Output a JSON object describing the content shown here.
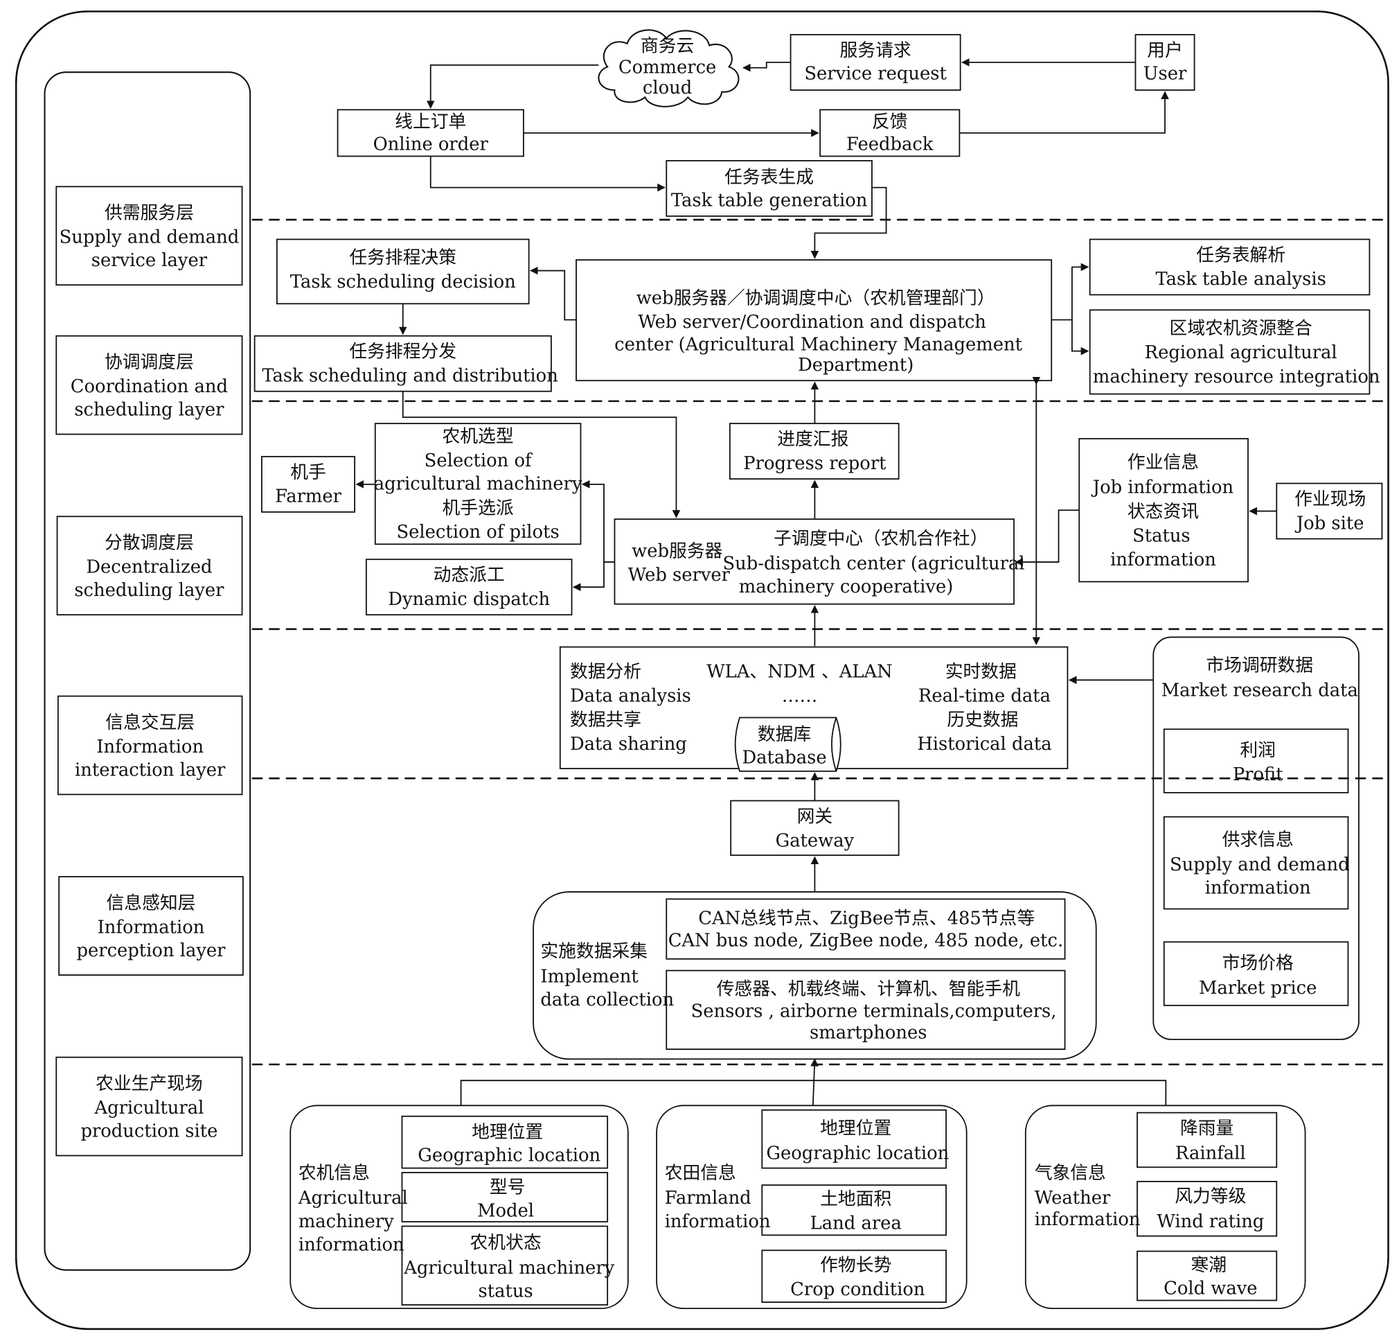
{
  "layers": [
    {
      "zh": "供需服务层",
      "en1": "Supply and demand",
      "en2": "service layer"
    },
    {
      "zh": "协调调度层",
      "en1": "Coordination and",
      "en2": "scheduling layer"
    },
    {
      "zh": "分散调度层",
      "en1": "Decentralized",
      "en2": "scheduling layer"
    },
    {
      "zh": "信息交互层",
      "en1": "Information",
      "en2": "interaction layer"
    },
    {
      "zh": "信息感知层",
      "en1": "Information",
      "en2": "perception layer"
    },
    {
      "zh": "农业生产现场",
      "en1": "Agricultural",
      "en2": "production site"
    }
  ],
  "service": {
    "cloud": {
      "zh": "商务云",
      "en1": "Commerce",
      "en2": "cloud"
    },
    "request": {
      "zh": "服务请求",
      "en": "Service request"
    },
    "user": {
      "zh": "用户",
      "en": "User"
    },
    "order": {
      "zh": "线上订单",
      "en": "Online order"
    },
    "feedback": {
      "zh": "反馈",
      "en": "Feedback"
    },
    "tasktable": {
      "zh": "任务表生成",
      "en": "Task table generation"
    }
  },
  "coordination": {
    "decision": {
      "zh": "任务排程决策",
      "en": "Task scheduling decision"
    },
    "distribution": {
      "zh": "任务排程分发",
      "en": "Task scheduling and distribution"
    },
    "center": {
      "zh": "web服务器／协调调度中心（农机管理部门）",
      "en1": "Web server/Coordination and dispatch",
      "en2": "center (Agricultural Machinery Management",
      "en3": "Department)"
    },
    "analysis": {
      "zh": "任务表解析",
      "en": "Task table analysis"
    },
    "integration": {
      "zh": "区域农机资源整合",
      "en1": "Regional agricultural",
      "en2": "machinery resource integration"
    }
  },
  "decentralized": {
    "farmer": {
      "zh": "机手",
      "en": "Farmer"
    },
    "selection": {
      "zh1": "农机选型",
      "en1": "Selection of",
      "en2": "agricultural machinery",
      "zh2": "机手选派",
      "en3": "Selection of pilots"
    },
    "progress": {
      "zh": "进度汇报",
      "en": "Progress report"
    },
    "jobinfo": {
      "zh1": "作业信息",
      "en1": "Job information",
      "zh2": "状态资讯",
      "en2": "Status",
      "en3": "information"
    },
    "jobsite": {
      "zh": "作业现场",
      "en": "Job site"
    },
    "dispatch": {
      "zh": "动态派工",
      "en": "Dynamic dispatch"
    },
    "webserver": {
      "zh": "web服务器",
      "en": "Web server"
    },
    "subcenter": {
      "zh": "子调度中心（农机合作社）",
      "en1": "Sub-dispatch center (agricultural",
      "en2": "machinery cooperative)"
    }
  },
  "interaction": {
    "analysis_zh": "数据分析",
    "analysis_en": "Data analysis",
    "sharing_zh": "数据共享",
    "sharing_en": "Data sharing",
    "protocols": "WLA、NDM 、ALAN",
    "ellipsis": "……",
    "realtime_zh": "实时数据",
    "realtime_en": "Real-time data",
    "historical_zh": "历史数据",
    "historical_en": "Historical data",
    "db_zh": "数据库",
    "db_en": "Database"
  },
  "market": {
    "title_zh": "市场调研数据",
    "title_en": "Market research data",
    "profit": {
      "zh": "利润",
      "en": "Profit"
    },
    "supply": {
      "zh": "供求信息",
      "en1": "Supply and demand",
      "en2": "information"
    },
    "price": {
      "zh": "市场价格",
      "en": "Market price"
    }
  },
  "perception": {
    "gateway": {
      "zh": "网关",
      "en": "Gateway"
    },
    "collect": {
      "zh": "实施数据采集",
      "en1": "Implement",
      "en2": "data collection"
    },
    "nodes": {
      "zh": "CAN总线节点、ZigBee节点、485节点等",
      "en": "CAN bus node, ZigBee node, 485 node, etc."
    },
    "devices": {
      "zh": "传感器、机载终端、计算机、智能手机",
      "en1": "Sensors , airborne terminals,computers,",
      "en2": "smartphones"
    }
  },
  "site": {
    "machinery": {
      "zh": "农机信息",
      "en1": "Agricultural",
      "en2": "machinery",
      "en3": "information"
    },
    "m_geo": {
      "zh": "地理位置",
      "en": "Geographic location"
    },
    "m_model": {
      "zh": "型号",
      "en": "Model"
    },
    "m_status": {
      "zh": "农机状态",
      "en1": "Agricultural machinery",
      "en2": "status"
    },
    "farmland": {
      "zh": "农田信息",
      "en1": "Farmland",
      "en2": "information"
    },
    "f_geo": {
      "zh": "地理位置",
      "en": "Geographic location"
    },
    "f_area": {
      "zh": "土地面积",
      "en": "Land area"
    },
    "f_crop": {
      "zh": "作物长势",
      "en": "Crop condition"
    },
    "weather": {
      "zh": "气象信息",
      "en1": "Weather",
      "en2": "information"
    },
    "w_rain": {
      "zh": "降雨量",
      "en": "Rainfall"
    },
    "w_wind": {
      "zh": "风力等级",
      "en": "Wind rating"
    },
    "w_cold": {
      "zh": "寒潮",
      "en": "Cold wave"
    }
  }
}
